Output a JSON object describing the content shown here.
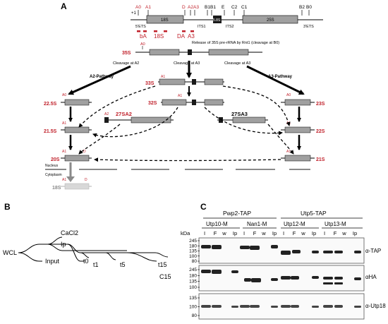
{
  "panel_a": {
    "label": "A",
    "gene": {
      "plus1": "+1",
      "ets5": "5'ETS",
      "its1": "ITS1",
      "its2": "ITS2",
      "ets3": "3'ETS",
      "s18": "18S",
      "s58": "5.8S",
      "s25": "25S",
      "top_sites": [
        "A0",
        "A1",
        "D",
        "A2",
        "A3",
        "B1",
        "B1",
        "E",
        "C2",
        "C1",
        "B2",
        "B0"
      ]
    },
    "red_markers": {
      "bA0A1": "bA",
      "s18": "18S",
      "dA": "DA",
      "a2a3": "A3"
    },
    "rnt1_note": "Release of 35S pre-rRNA by Rnt1 (cleavage at B0)",
    "p35s": "35S",
    "cleave_a2": "Cleavage at  A2",
    "cleave_a3": "Cleavage at  A3",
    "cleave_a3b": "Cleavage at  A3",
    "a2_pathway": "A2-Pathway",
    "a3_pathway": "A3-Pathway",
    "p33s": "33S",
    "p32s": "32S",
    "p22_5s": "22.5S",
    "p21_5s": "21.5S",
    "p20s": "20S",
    "p23s": "23S",
    "p22s": "22S",
    "p21s": "21S",
    "p27sa2": "27SA2",
    "p27sa3": "27SA3",
    "nucleus": "Nucleus",
    "cytoplasm": "Cytoplasm",
    "p18s": "18S",
    "site_a0": "A0",
    "site_a1": "A1",
    "site_a2": "A2",
    "site_a3": "A3",
    "site_d": "D"
  },
  "panel_b": {
    "label": "B",
    "wcl": "WCL",
    "cacl2": "CaCl2",
    "ip": "Ip",
    "input": "Input",
    "t0": "t0",
    "t1": "t1",
    "t5": "t5",
    "t15": "t15",
    "c15": "C15"
  },
  "panel_c": {
    "label": "C",
    "kda": "kDa",
    "group1": "Pwp2-TAP",
    "group2": "Utp5-TAP",
    "sub1": "Utp10-M",
    "sub2": "Nan1-M",
    "sub3": "Utp12-M",
    "sub4": "Utp13-M",
    "lanes": [
      "I",
      "F",
      "w",
      "Ip",
      "I",
      "F",
      "w",
      "Ip",
      "I",
      "F",
      "w",
      "Ip",
      "I",
      "F",
      "w",
      "Ip"
    ],
    "blot1_markers": [
      "245",
      "180",
      "135",
      "100",
      "80"
    ],
    "blot2_markers": [
      "245",
      "180",
      "135",
      "100"
    ],
    "blot3_markers": [
      "135",
      "100",
      "80"
    ],
    "blot1_label": "α-TAP",
    "blot2_label": "αHA",
    "blot3_label": "α-Utp18"
  }
}
